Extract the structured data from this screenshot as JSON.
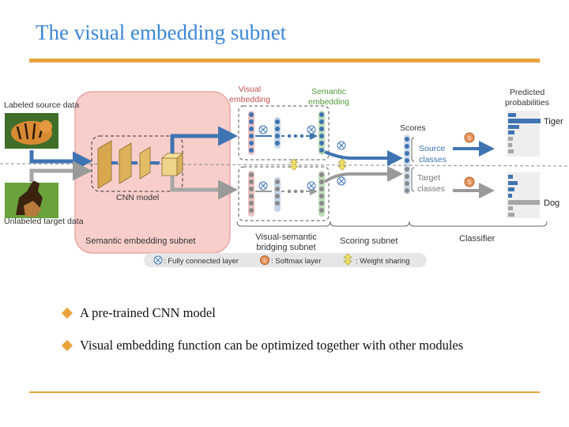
{
  "slide": {
    "title": "The visual embedding subnet",
    "bullets": [
      "A pre-trained CNN model",
      "Visual embedding function can be optimized together with other modules"
    ]
  },
  "diagram": {
    "labeled_source_data": "Labeled source data",
    "unlabeled_target_data": "Unlabeled target data",
    "cnn_model": "CNN model",
    "semantic_embedding_subnet": "Semantic embedding subnet",
    "visual_embedding": [
      "Visual",
      "embedding"
    ],
    "semantic_embedding": [
      "Semantic",
      "embedding"
    ],
    "visual_semantic_bridging_subnet": [
      "Visual-semantic",
      "bridging subnet"
    ],
    "scores": "Scores",
    "source_classes": [
      "Source",
      "classes"
    ],
    "target_classes": [
      "Target",
      "classes"
    ],
    "scoring_subnet": "Scoring subnet",
    "classifier": "Classifier",
    "predicted_probabilities": [
      "Predicted",
      "probabilities"
    ],
    "tiger": "Tiger",
    "dog": "Dog",
    "legend": {
      "fc": ": Fully connected layer",
      "softmax": ": Softmax layer",
      "weight_sharing": ": Weight sharing"
    },
    "colors": {
      "visual": "#c0504d",
      "semantic": "#4e9a3a",
      "blue": "#3f74b2",
      "gray": "#a6a6a6",
      "pink": "#f7c6c3",
      "cnn": "#e8c06a"
    }
  }
}
